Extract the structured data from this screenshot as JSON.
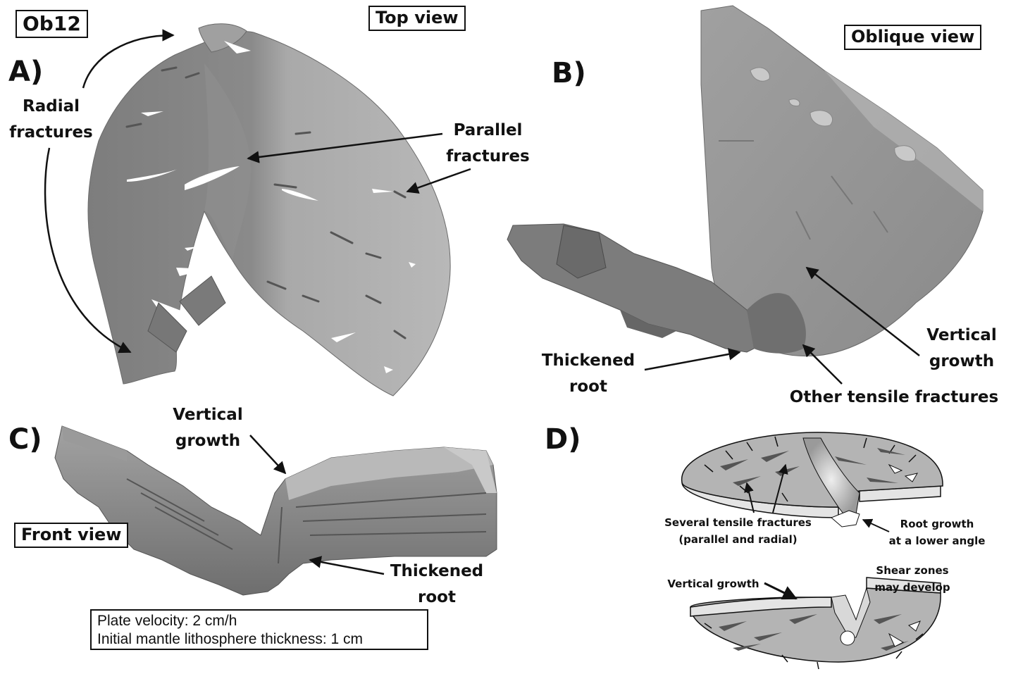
{
  "sample_id": "Ob12",
  "panels": {
    "a": {
      "letter": "A)",
      "view": "Top view",
      "labels": {
        "radial_line1": "Radial",
        "radial_line2": "fractures",
        "parallel_line1": "Parallel",
        "parallel_line2": "fractures"
      }
    },
    "b": {
      "letter": "B)",
      "view": "Oblique view",
      "labels": {
        "thickened_line1": "Thickened",
        "thickened_line2": "root",
        "vertical_line1": "Vertical",
        "vertical_line2": "growth",
        "other_fractures": "Other tensile fractures"
      }
    },
    "c": {
      "letter": "C)",
      "view": "Front view",
      "labels": {
        "vertical_line1": "Vertical",
        "vertical_line2": "growth",
        "thickened_line1": "Thickened",
        "thickened_line2": "root"
      }
    },
    "d": {
      "letter": "D)",
      "labels": {
        "several_line1": "Several tensile fractures",
        "several_line2": "(parallel and radial)",
        "root_line1": "Root growth",
        "root_line2": "at a lower angle",
        "vertical_growth": "Vertical growth",
        "shear_line1": "Shear zones",
        "shear_line2": "may develop"
      }
    }
  },
  "parameters": {
    "line1": "Plate velocity: 2 cm/h",
    "line2": "Initial mantle lithosphere thickness: 1 cm"
  }
}
